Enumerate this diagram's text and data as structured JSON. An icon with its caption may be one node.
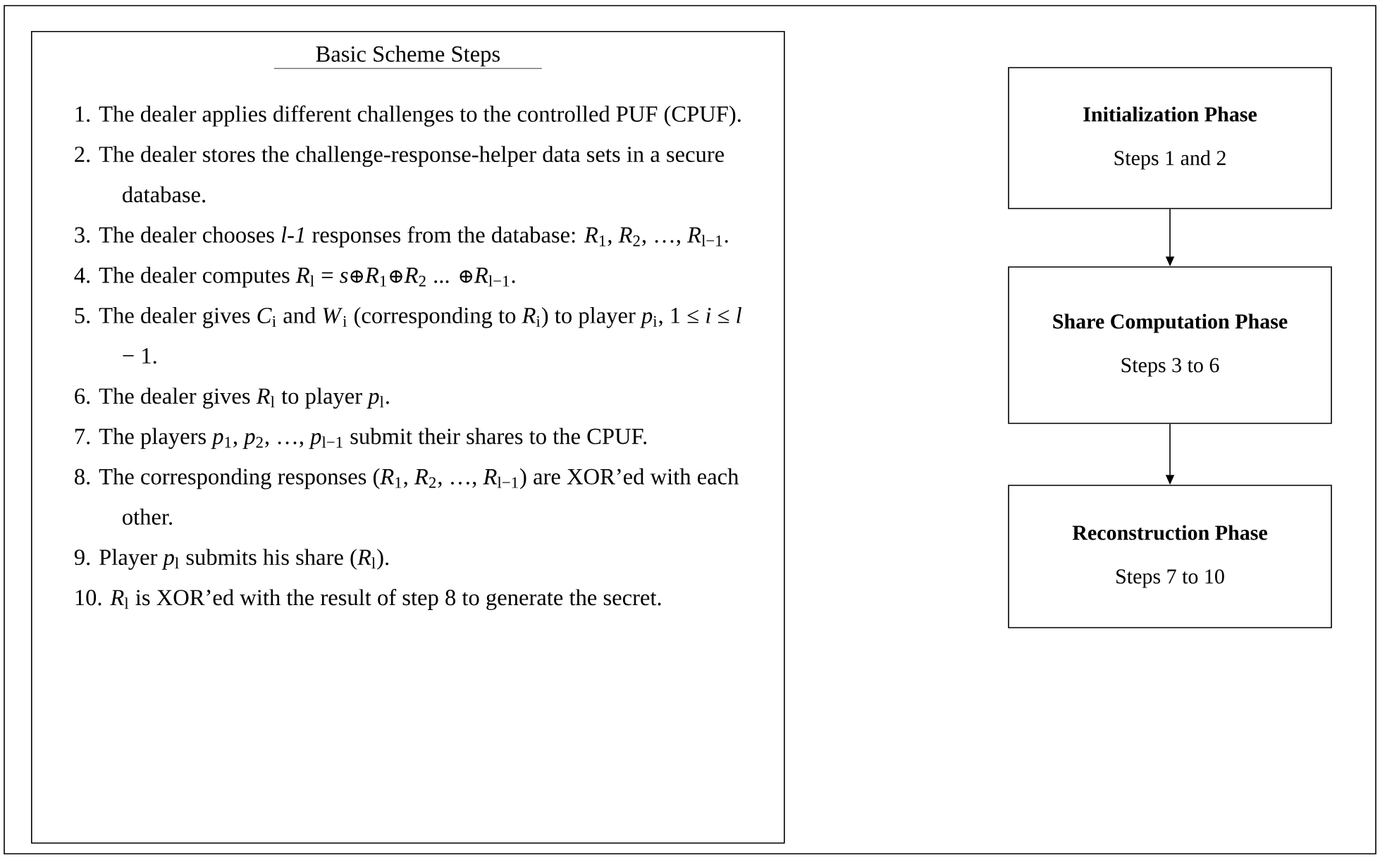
{
  "diagram": {
    "nodes": [
      {
        "text": [
          "Basic Scheme Steps",
          "1. The dealer applies different challenges to the controlled PUF (CPUF).",
          "2. The dealer stores the challenge-response-helper data sets in a secure database.",
          "3. The dealer chooses *l-1* responses from the database: *R*$_{1}$, *R*$_{2}$, …, *R*$_{l−1}$.",
          "4. The dealer computes *R*$_{l}$ = *s*⊕*R*$_{1}$⊕*R*$_{2}$ ... ⊕*R*$_{l−1}$.",
          "5. The dealer gives *C*$_{i}$ and *W*$_{i}$ (corresponding to *R*$_{i}$) to player *p*$_{i}$, 1 ≤ *i* ≤ *l* − 1.",
          "6. The dealer gives *R*$_{l}$ to player *p*$_{l}$.",
          "7. The players *p*$_{1}$, *p*$_{2}$, …, *p*$_{l−1}$ submit their shares to the CPUF.",
          "8. The corresponding responses (*R*$_{1}$, *R*$_{2}$, …, *R*$_{l−1}$) are XOR’ed with each other.",
          "9. Player *p*$_{l}$ submits his share (*R*$_{l}$).",
          "10. *R*$_{l}$ is XOR’ed with the result of step 8 to generate the secret."
        ]
      },
      {
        "text": [
          "Initialization Phase",
          "Steps 1 and 2"
        ]
      },
      {
        "text": [
          "Share Computation Phase",
          "Steps 3 to 6"
        ]
      },
      {
        "text": [
          "Reconstruction Phase",
          "Steps 7 to 10"
        ]
      }
    ],
    "edges": [
      {
        "from": 1,
        "to": 2,
        "arrow": "to"
      },
      {
        "from": 2,
        "to": 3,
        "arrow": "to"
      }
    ]
  }
}
